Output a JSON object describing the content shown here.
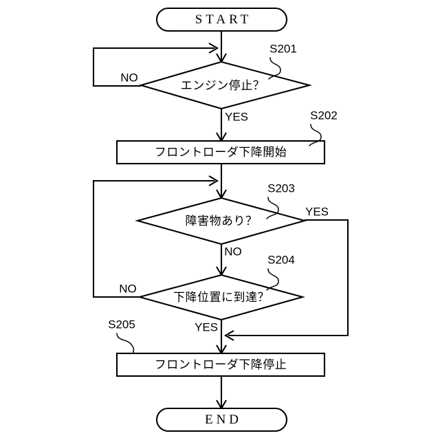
{
  "diagram": {
    "type": "flowchart",
    "orientation": "top-to-bottom",
    "background_color": "#ffffff",
    "line_color": "#000000",
    "nodes": {
      "start": {
        "label": "START",
        "shape": "terminator"
      },
      "s201": {
        "label": "エンジン停止？",
        "shape": "decision",
        "step": "S201"
      },
      "s202": {
        "label": "フロントローダ下降開始",
        "shape": "process",
        "step": "S202"
      },
      "s203": {
        "label": "障害物あり？",
        "shape": "decision",
        "step": "S203"
      },
      "s204": {
        "label": "下降位置に到達？",
        "shape": "decision",
        "step": "S204"
      },
      "s205": {
        "label": "フロントローダ下降停止",
        "shape": "process",
        "step": "S205"
      },
      "end": {
        "label": "END",
        "shape": "terminator"
      }
    },
    "branches": {
      "s201_no": "NO",
      "s201_yes": "YES",
      "s203_yes": "YES",
      "s203_no": "NO",
      "s204_no": "NO",
      "s204_yes": "YES"
    }
  }
}
